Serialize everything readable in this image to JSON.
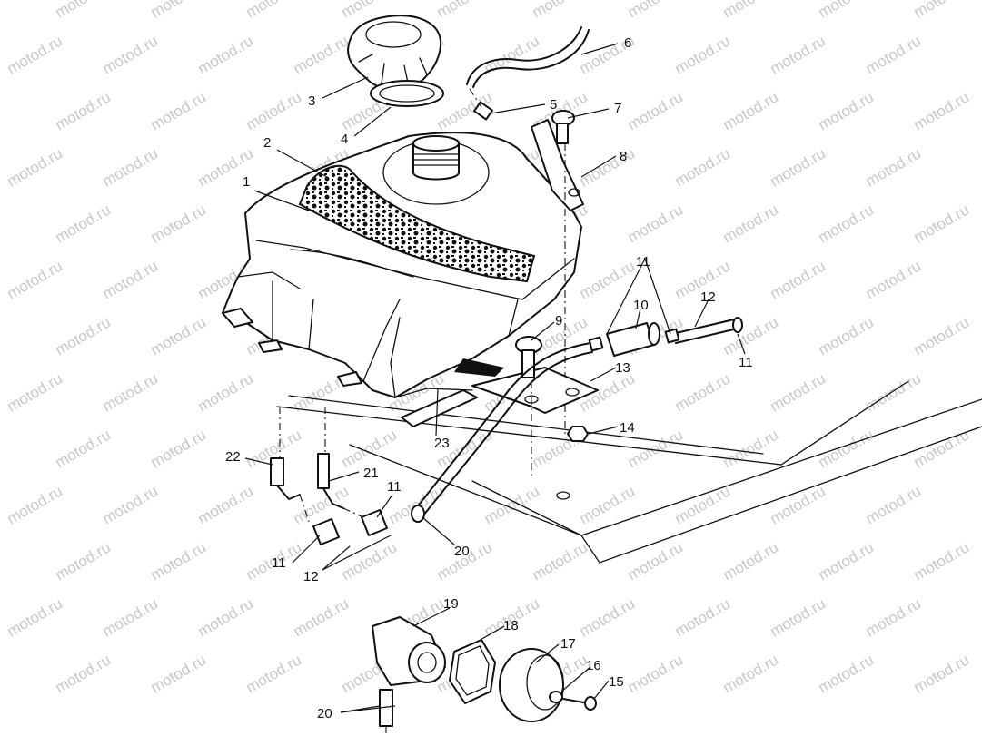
{
  "watermark": "motod.ru",
  "callouts": [
    {
      "key": "n1",
      "label": "1"
    },
    {
      "key": "n2",
      "label": "2"
    },
    {
      "key": "n3",
      "label": "3"
    },
    {
      "key": "n4",
      "label": "4"
    },
    {
      "key": "n5",
      "label": "5"
    },
    {
      "key": "n6",
      "label": "6"
    },
    {
      "key": "n7",
      "label": "7"
    },
    {
      "key": "n8",
      "label": "8"
    },
    {
      "key": "n9",
      "label": "9"
    },
    {
      "key": "n10",
      "label": "10"
    },
    {
      "key": "n11a",
      "label": "11"
    },
    {
      "key": "n11b",
      "label": "11"
    },
    {
      "key": "n11c",
      "label": "11"
    },
    {
      "key": "n11d",
      "label": "11"
    },
    {
      "key": "n12a",
      "label": "12"
    },
    {
      "key": "n12b",
      "label": "12"
    },
    {
      "key": "n13",
      "label": "13"
    },
    {
      "key": "n14",
      "label": "14"
    },
    {
      "key": "n15",
      "label": "15"
    },
    {
      "key": "n16",
      "label": "16"
    },
    {
      "key": "n17",
      "label": "17"
    },
    {
      "key": "n18",
      "label": "18"
    },
    {
      "key": "n19",
      "label": "19"
    },
    {
      "key": "n20a",
      "label": "20"
    },
    {
      "key": "n20b",
      "label": "20"
    },
    {
      "key": "n21",
      "label": "21"
    },
    {
      "key": "n22",
      "label": "22"
    },
    {
      "key": "n23",
      "label": "23"
    }
  ]
}
